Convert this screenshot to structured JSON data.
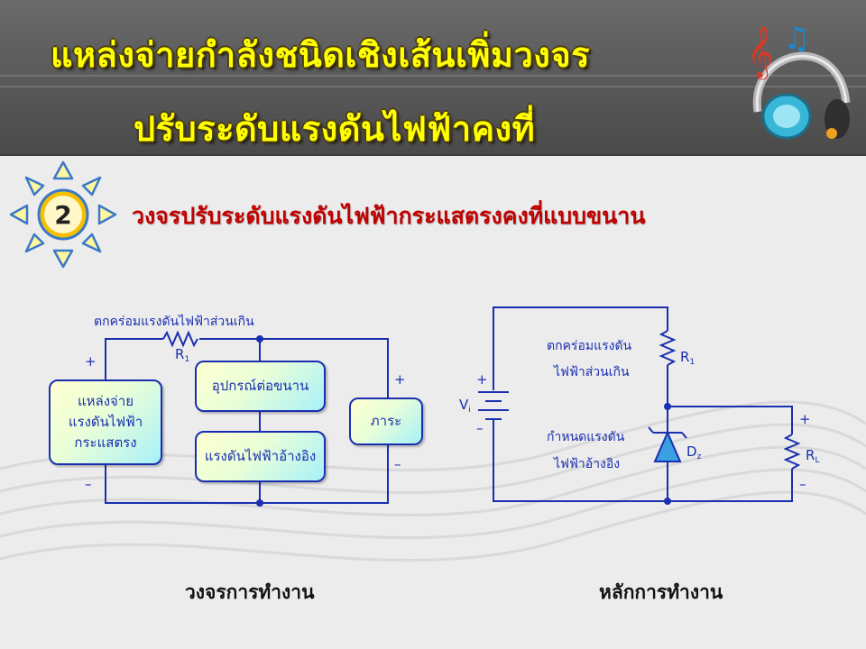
{
  "slide": {
    "title_line1": "แหล่งจ่ายกำลังชนิดเชิงเส้นเพิ่มวงจร",
    "title_line2": "ปรับระดับแรงดันไฟฟ้าคงที่",
    "section_number": "2",
    "section_title": "วงจรปรับระดับแรงดันไฟฟ้ากระแสตรงคงที่แบบขนาน",
    "colors": {
      "title_text": "#ffff00",
      "header_band": "#525252",
      "section_title": "#c00000",
      "circuit_lines": "#1a2fb0",
      "zener_fill": "#3aa0e0"
    }
  },
  "block_diagram": {
    "label_excess_drop": "ตกคร่อมแรงดันไฟฟ้าส่วนเกิน",
    "resistor_r": "R",
    "resistor_sub": "1",
    "source_plus": "+",
    "source_minus": "–",
    "load_plus": "+",
    "load_minus": "–",
    "source_block": [
      "แหล่งจ่าย",
      "แรงดันไฟฟ้า",
      "กระแสตรง"
    ],
    "shunt_block": "อุปกรณ์ต่อขนาน",
    "reference_block": "แรงดันไฟฟ้าอ้างอิง",
    "load_block": "ภาระ",
    "caption": "วงจรการทำงาน"
  },
  "schematic": {
    "vi_v": "V",
    "vi_sub": "i",
    "vi_plus": "+",
    "vi_minus": "–",
    "r1_label_line1": "ตกคร่อมแรงดัน",
    "r1_label_line2": "ไฟฟ้าส่วนเกิน",
    "r1_r": "R",
    "r1_sub": "1",
    "dz_label_line1": "กำหนดแรงดัน",
    "dz_label_line2": "ไฟฟ้าอ้างอิง",
    "dz_d": "D",
    "dz_sub": "z",
    "rl_r": "R",
    "rl_sub": "L",
    "rl_plus": "+",
    "rl_minus": "–",
    "caption": "หลักการทำงาน"
  }
}
